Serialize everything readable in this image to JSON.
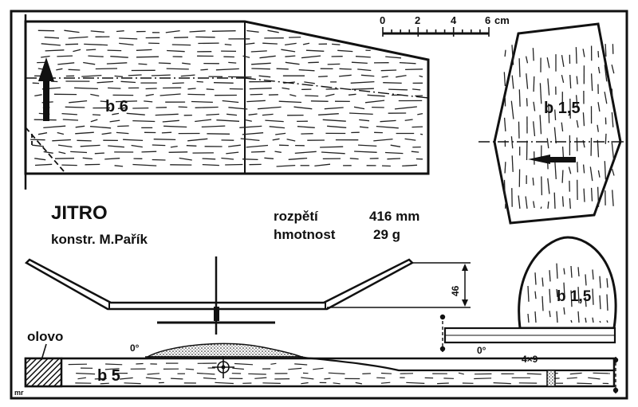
{
  "title": "JITRO",
  "designer": "konstr. M.Pařík",
  "specs": {
    "span_label": "rozpětí",
    "span_value": "416 mm",
    "mass_label": "hmotnost",
    "mass_value": "29 g"
  },
  "scale": {
    "ticks": [
      "0",
      "2",
      "4",
      "6"
    ],
    "unit": "cm"
  },
  "parts": {
    "wing": "b 6",
    "stabilizer": "b 1,5",
    "fin": "b 1,5",
    "fuselage": "b 5"
  },
  "notes": {
    "ballast": "olovo",
    "angle_wing": "0°",
    "angle_stab": "0°",
    "dihedral": "46",
    "stick": "4×9",
    "signature": "mr"
  },
  "colors": {
    "ink": "#111111",
    "paper": "#ffffff"
  }
}
